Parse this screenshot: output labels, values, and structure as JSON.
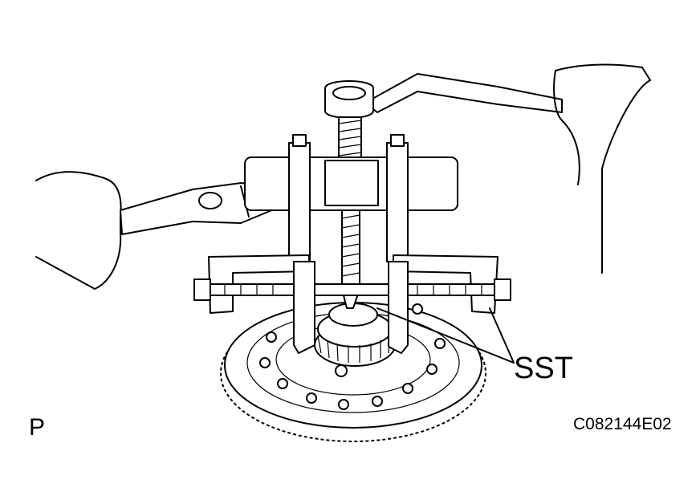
{
  "figure": {
    "callout_label": "SST",
    "view_code": "P",
    "figure_code": "C082144E02"
  },
  "colors": {
    "ink": "#000000",
    "background": "#ffffff"
  }
}
